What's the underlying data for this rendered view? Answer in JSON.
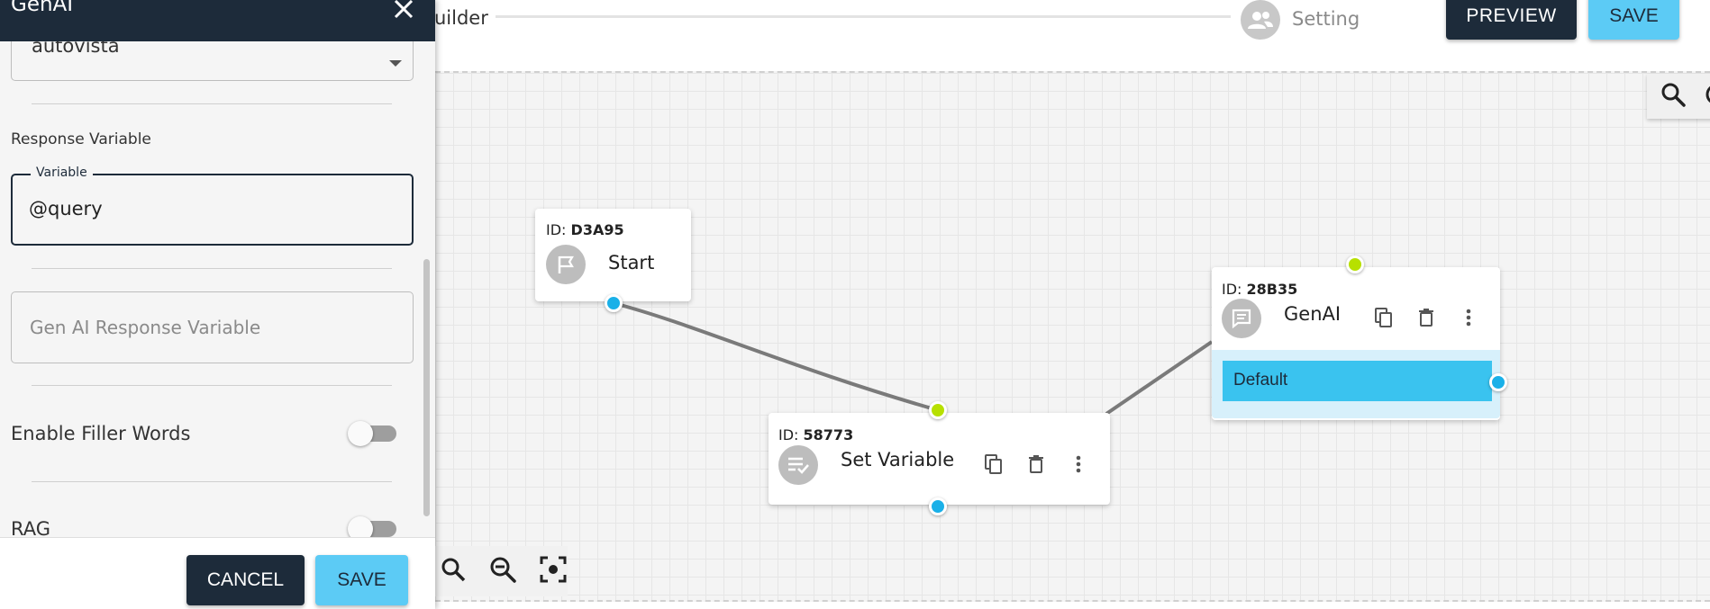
{
  "header": {
    "builder_label": "uilder",
    "step_label": "Setting",
    "preview_label": "PREVIEW",
    "save_label": "SAVE"
  },
  "panel": {
    "title": "GenAI",
    "model_value": "autovista",
    "response_section_label": "Response Variable",
    "variable_legend": "Variable",
    "variable_value": "@query",
    "gen_ai_placeholder": "Gen AI Response Variable",
    "filler_words_label": "Enable Filler Words",
    "filler_words_enabled": false,
    "rag_label": "RAG",
    "rag_enabled": false,
    "cancel_label": "CANCEL",
    "save_label": "SAVE"
  },
  "nodes": {
    "start": {
      "id_prefix": "ID:",
      "id": "D3A95",
      "title": "Start"
    },
    "set_variable": {
      "id_prefix": "ID:",
      "id": "58773",
      "title": "Set Variable"
    },
    "genai": {
      "id_prefix": "ID:",
      "id": "28B35",
      "title": "GenAI",
      "branch_label": "Default"
    }
  },
  "colors": {
    "navy": "#1d2b3a",
    "accent": "#5ccbf5",
    "port_blue": "#1ab0e8",
    "port_green": "#b7e000",
    "branch": "#3ac3ef"
  }
}
